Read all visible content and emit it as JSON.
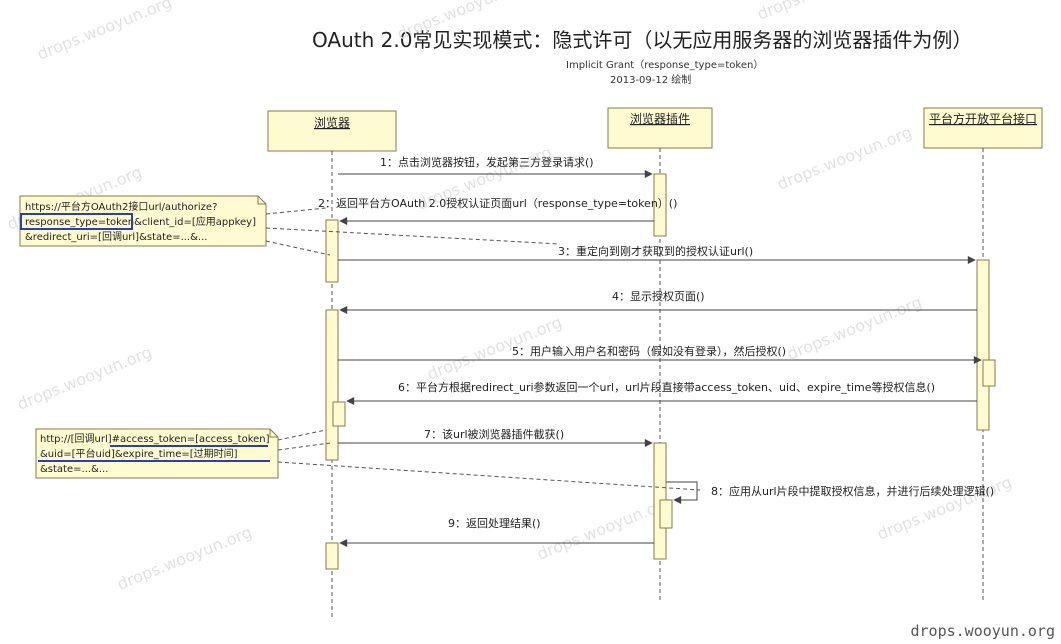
{
  "header": {
    "title": "OAuth 2.0常见实现模式：隐式许可（以无应用服务器的浏览器插件为例）",
    "subtitle": "Implicit Grant（response_type=token）",
    "date": "2013-09-12 绘制"
  },
  "participants": [
    {
      "id": "browser",
      "label": "浏览器"
    },
    {
      "id": "plugin",
      "label": "浏览器插件"
    },
    {
      "id": "platform",
      "label": "平台方开放平台接口"
    }
  ],
  "messages": [
    {
      "label": "1：点击浏览器按钮，发起第三方登录请求()"
    },
    {
      "label": "2：返回平台方OAuth 2.0授权认证页面url（response_type=token）()"
    },
    {
      "label": "3：重定向到刚才获取到的授权认证url()"
    },
    {
      "label": "4：显示授权页面()"
    },
    {
      "label": "5：用户输入用户名和密码（假如没有登录），然后授权()"
    },
    {
      "label": "6：平台方根据redirect_uri参数返回一个url，url片段直接带access_token、uid、expire_time等授权信息()"
    },
    {
      "label": "7：该url被浏览器插件截获()"
    },
    {
      "label": "8：应用从url片段中提取授权信息，并进行后续处理逻辑()"
    },
    {
      "label": "9：返回处理结果()"
    }
  ],
  "notes": [
    {
      "lines": [
        "https://平台方OAuth2接口url/authorize?",
        "response_type=token&client_id=[应用appkey]",
        "&redirect_uri=[回调url]&state=...&..."
      ]
    },
    {
      "lines": [
        "http://[回调url]#access_token=[access_token]",
        "&uid=[平台uid]&expire_time=[过期时间]",
        "&state=...&..."
      ]
    }
  ],
  "watermark": "drops.wooyun.org",
  "footer": "drops.wooyun.org",
  "colors": {
    "box_fill": "#fefbd0",
    "box_stroke": "#8a7a4a",
    "highlight": "#2a3fb0",
    "line": "#444444"
  }
}
